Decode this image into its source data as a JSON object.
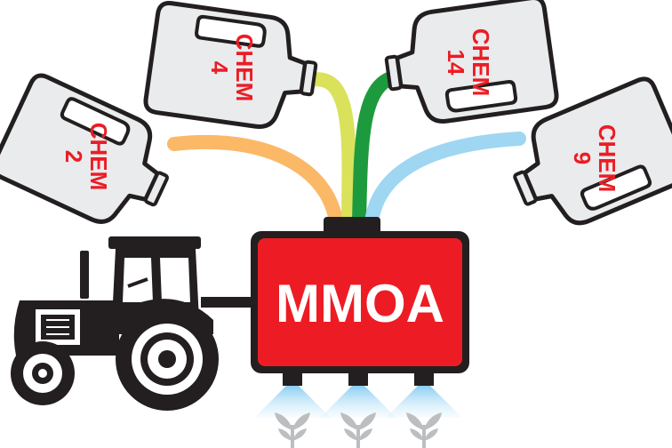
{
  "tank": {
    "label": "MMOA",
    "color": "#ed1c24"
  },
  "jugs": [
    {
      "line1": "CHEM",
      "line2": "2",
      "hose_color": "#fbb867"
    },
    {
      "line1": "CHEM",
      "line2": "4",
      "hose_color": "#d9e25a"
    },
    {
      "line1": "CHEM",
      "line2": "14",
      "hose_color": "#1e9a3e"
    },
    {
      "line1": "CHEM",
      "line2": "9",
      "hose_color": "#9fd6f2"
    }
  ],
  "colors": {
    "jug_fill": "#e9ebed",
    "jug_outline": "#231f20",
    "label_red": "#ec1c24",
    "spray_blue": "#a9d9f5",
    "sprout_grey": "#bcbec0"
  },
  "icons": [
    "tractor-icon",
    "tank-icon",
    "jug-icon",
    "sprout-icon",
    "spray-nozzle-icon"
  ]
}
